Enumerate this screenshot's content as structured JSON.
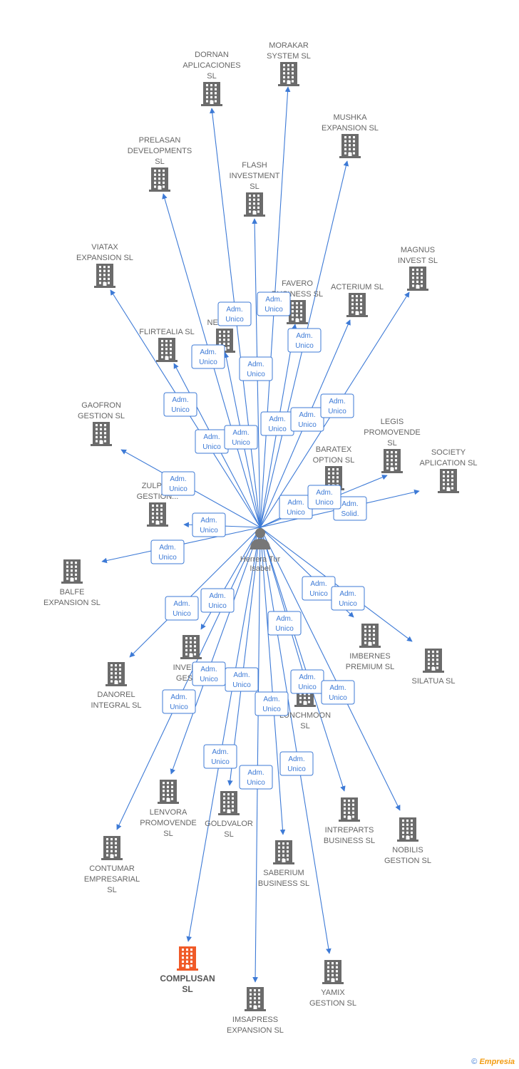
{
  "person": {
    "name_lines": [
      "Herrera Tur",
      "Isabel"
    ]
  },
  "highlight_color": "#f05a28",
  "node_color": "#6b6b6b",
  "edge_color": "#3d7ad6",
  "companies": [
    {
      "id": "dornan",
      "lines": [
        "DORNAN",
        "APLICACIONES",
        "SL"
      ]
    },
    {
      "id": "morakar",
      "lines": [
        "MORAKAR",
        "SYSTEM  SL"
      ]
    },
    {
      "id": "mushka",
      "lines": [
        "MUSHKA",
        "EXPANSION  SL"
      ]
    },
    {
      "id": "prelasan",
      "lines": [
        "PRELASAN",
        "DEVELOPMENTS",
        "SL"
      ]
    },
    {
      "id": "flash",
      "lines": [
        "FLASH",
        "INVESTMENT",
        "SL"
      ]
    },
    {
      "id": "magnus",
      "lines": [
        "MAGNUS",
        "INVEST  SL"
      ]
    },
    {
      "id": "viatax",
      "lines": [
        "VIATAX",
        "EXPANSION  SL"
      ]
    },
    {
      "id": "favero",
      "lines": [
        "FAVERO",
        "BUSINESS  SL"
      ]
    },
    {
      "id": "acterium",
      "lines": [
        "ACTERIUM  SL"
      ]
    },
    {
      "id": "negoe",
      "lines": [
        "NEGOE..."
      ]
    },
    {
      "id": "flirtealia",
      "lines": [
        "FLIRTEALIA  SL"
      ]
    },
    {
      "id": "gaofron",
      "lines": [
        "GAOFRON",
        "GESTION  SL"
      ]
    },
    {
      "id": "legis",
      "lines": [
        "LEGIS",
        "PROMOVENDE",
        "SL"
      ]
    },
    {
      "id": "society",
      "lines": [
        "SOCIETY",
        "APLICATION SL"
      ]
    },
    {
      "id": "baratex",
      "lines": [
        "BARATEX",
        "OPTION  SL"
      ]
    },
    {
      "id": "zulpe",
      "lines": [
        "ZULPE...",
        "GESTION..."
      ]
    },
    {
      "id": "balfe",
      "lines": [
        "BALFE",
        "EXPANSION  SL"
      ]
    },
    {
      "id": "imbernes",
      "lines": [
        "IMBERNES",
        "PREMIUM  SL"
      ]
    },
    {
      "id": "silatua",
      "lines": [
        "SILATUA SL"
      ]
    },
    {
      "id": "danorel",
      "lines": [
        "DANOREL",
        "INTEGRAL  SL"
      ]
    },
    {
      "id": "inverc",
      "lines": [
        "INVERC...",
        "GESTI..."
      ]
    },
    {
      "id": "lunchmoon",
      "lines": [
        "LUNCHMOON",
        "SL"
      ]
    },
    {
      "id": "lenvora",
      "lines": [
        "LENVORA",
        "PROMOVENDE",
        "SL"
      ]
    },
    {
      "id": "goldvalor",
      "lines": [
        "GOLDVALOR",
        "SL"
      ]
    },
    {
      "id": "intreparts",
      "lines": [
        "INTREPARTS",
        "BUSINESS  SL"
      ]
    },
    {
      "id": "nobilis",
      "lines": [
        "NOBILIS",
        "GESTION  SL"
      ]
    },
    {
      "id": "contumar",
      "lines": [
        "CONTUMAR",
        "EMPRESARIAL",
        "SL"
      ]
    },
    {
      "id": "saberium",
      "lines": [
        "SABERIUM",
        "BUSINESS  SL"
      ]
    },
    {
      "id": "complusan",
      "lines": [
        "COMPLUSAN",
        "SL"
      ],
      "highlight": true
    },
    {
      "id": "yamix",
      "lines": [
        "YAMIX",
        "GESTION  SL"
      ]
    },
    {
      "id": "imsapress",
      "lines": [
        "IMSAPRESS",
        "EXPANSION  SL"
      ]
    }
  ],
  "role_labels": [
    [
      "Adm.",
      "Unico"
    ],
    [
      "Adm.",
      "Unico"
    ],
    [
      "Adm.",
      "Unico"
    ],
    [
      "Adm.",
      "Unico"
    ],
    [
      "Adm.",
      "Unico"
    ],
    [
      "Adm.",
      "Unico"
    ],
    [
      "Adm.",
      "Unico"
    ],
    [
      "Adm.",
      "Unico"
    ],
    [
      "Adm.",
      "Unico"
    ],
    [
      "Adm.",
      "Unico"
    ],
    [
      "Adm.",
      "Unico"
    ],
    [
      "Adm.",
      "Unico"
    ],
    [
      "Adm.",
      "Unico"
    ],
    [
      "Adm.",
      "Unico"
    ],
    [
      "Adm.",
      "Unico"
    ],
    [
      "Adm.",
      "Solid."
    ],
    [
      "Adm.",
      "Unico"
    ],
    [
      "Adm.",
      "Unico"
    ],
    [
      "Adm.",
      "Unico"
    ],
    [
      "Adm.",
      "Unico"
    ],
    [
      "Adm.",
      "Unico"
    ],
    [
      "Adm.",
      "Unico"
    ],
    [
      "Adm.",
      "Unico"
    ],
    [
      "Adm.",
      "Unico"
    ],
    [
      "Adm.",
      "Unico"
    ],
    [
      "Adm.",
      "Unico"
    ],
    [
      "Adm.",
      "Unico"
    ],
    [
      "Adm.",
      "Unico"
    ],
    [
      "Adm.",
      "Unico"
    ],
    [
      "Adm.",
      "Unico"
    ],
    [
      "Adm.",
      "Unico"
    ]
  ],
  "footer": {
    "symbol": "©",
    "brand": "Empresia"
  }
}
